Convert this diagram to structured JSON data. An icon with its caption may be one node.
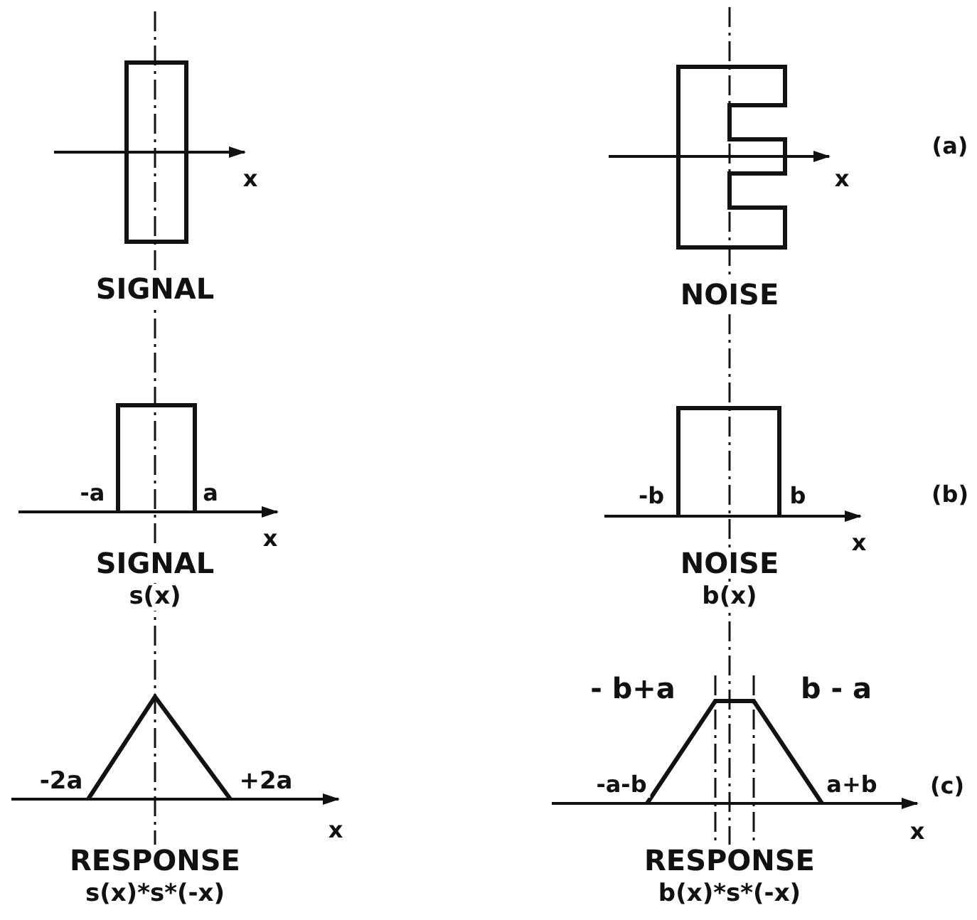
{
  "diagram": {
    "labels": [
      "x",
      "x",
      "(a)",
      "SIGNAL",
      "NOISE",
      "-a",
      "a",
      "-b",
      "b",
      "(b)",
      "x",
      "x",
      "SIGNAL",
      "NOISE",
      "s(x)",
      "b(x)",
      "- b+a",
      "b - a",
      "-2a",
      "+2a",
      "-a-b",
      "a+b",
      "(c)",
      "x",
      "x",
      "RESPONSE",
      "RESPONSE",
      "s(x)*s*(-x)",
      "b(x)*s*(-x)"
    ]
  }
}
